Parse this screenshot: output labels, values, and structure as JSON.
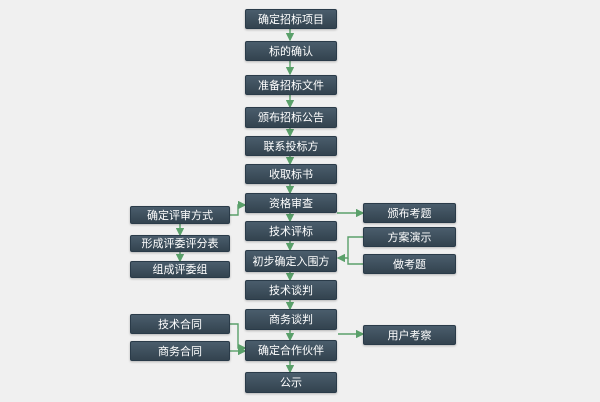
{
  "colors": {
    "box_fill_top": "#4a5d6c",
    "box_fill_bottom": "#33434f",
    "connector": "#5aa06a",
    "background": "#f0f0f0"
  },
  "main_flow": [
    "确定招标项目",
    "标的确认",
    "准备招标文件",
    "颁布招标公告",
    "联系投标方",
    "收取标书",
    "资格审查",
    "技术评标",
    "初步确定入围方",
    "技术谈判",
    "商务谈判",
    "确定合作伙伴",
    "公示"
  ],
  "left_branch": {
    "evaluation": [
      "确定评审方式",
      "形成评委评分表",
      "组成评委组"
    ],
    "contracts": [
      "技术合同",
      "商务合同"
    ]
  },
  "right_branch": {
    "exam_issue": "颁布考题",
    "exam_tasks": [
      "方案演示",
      "做考题"
    ],
    "user_review": "用户考察"
  }
}
